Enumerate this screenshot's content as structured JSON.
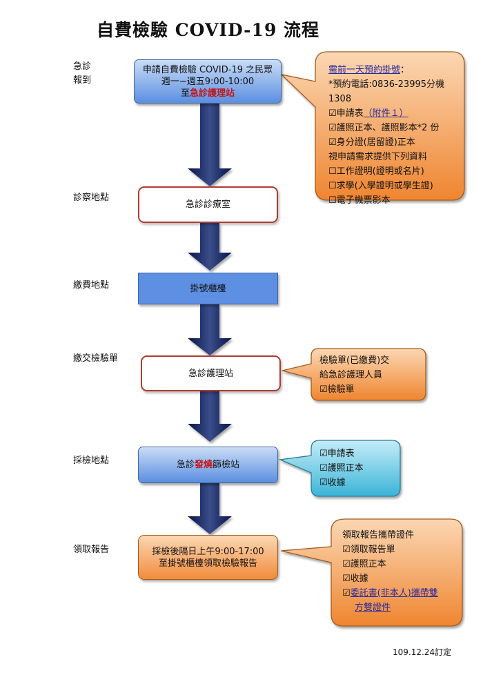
{
  "title": "自費檢驗 COVID-19 流程",
  "colors": {
    "arrow": "#0a1550",
    "blue_box": "#5b8fe0",
    "red_border": "#b23a2f",
    "orange": "#f28c3c",
    "cyan": "#52c0df"
  },
  "steps": [
    {
      "label_lines": [
        "急診",
        "報到"
      ],
      "box_lines": [
        "申請自費檢驗 COVID-19 之民眾",
        "週一~週五9:00-10:00"
      ],
      "box_line3_prefix": "至",
      "box_line3_highlight": "急診護理站"
    },
    {
      "label": "診察地點",
      "box": "急診診療室"
    },
    {
      "label": "繳費地點",
      "box": "掛號櫃檯"
    },
    {
      "label": "繳交檢驗單",
      "box": "急診護理站"
    },
    {
      "label": "採檢地點",
      "box_prefix": "急診",
      "box_highlight": "發燒",
      "box_suffix": "篩檢站"
    },
    {
      "label": "領取報告",
      "box_lines": [
        "採檢後隔日上午9:00-17:00",
        "至掛號櫃檯領取檢驗報告"
      ]
    }
  ],
  "callouts": {
    "c1": {
      "heading": "需前一天預約掛號",
      "heading_suffix": "：",
      "lines": [
        "*預約電話:0836-23995分機1308"
      ],
      "form_prefix": "☑申請表",
      "form_link": "（附件１）",
      "lines2": [
        "☑護照正本、護照影本*2 份",
        "☑身分證(居留證)正本",
        "視申請需求提供下列資料",
        "☐工作證明(證明或名片)",
        "☐求學(入學證明或學生證)",
        "☐電子機票影本"
      ]
    },
    "c2": {
      "lines": [
        "檢驗單(已繳費)交",
        "給急診護理人員",
        "☑檢驗單"
      ]
    },
    "c3": {
      "lines": [
        "☑申請表",
        "☑護照正本",
        "☑收據"
      ]
    },
    "c4": {
      "lines": [
        "領取報告攜帶證件",
        "☑領取報告單",
        "☑護照正本",
        "☑收據"
      ],
      "link_prefix": "☑",
      "link_line1": "委託書(非本人)攜帶雙",
      "link_line2": "方雙證件"
    }
  },
  "footer": "109.12.24訂定"
}
